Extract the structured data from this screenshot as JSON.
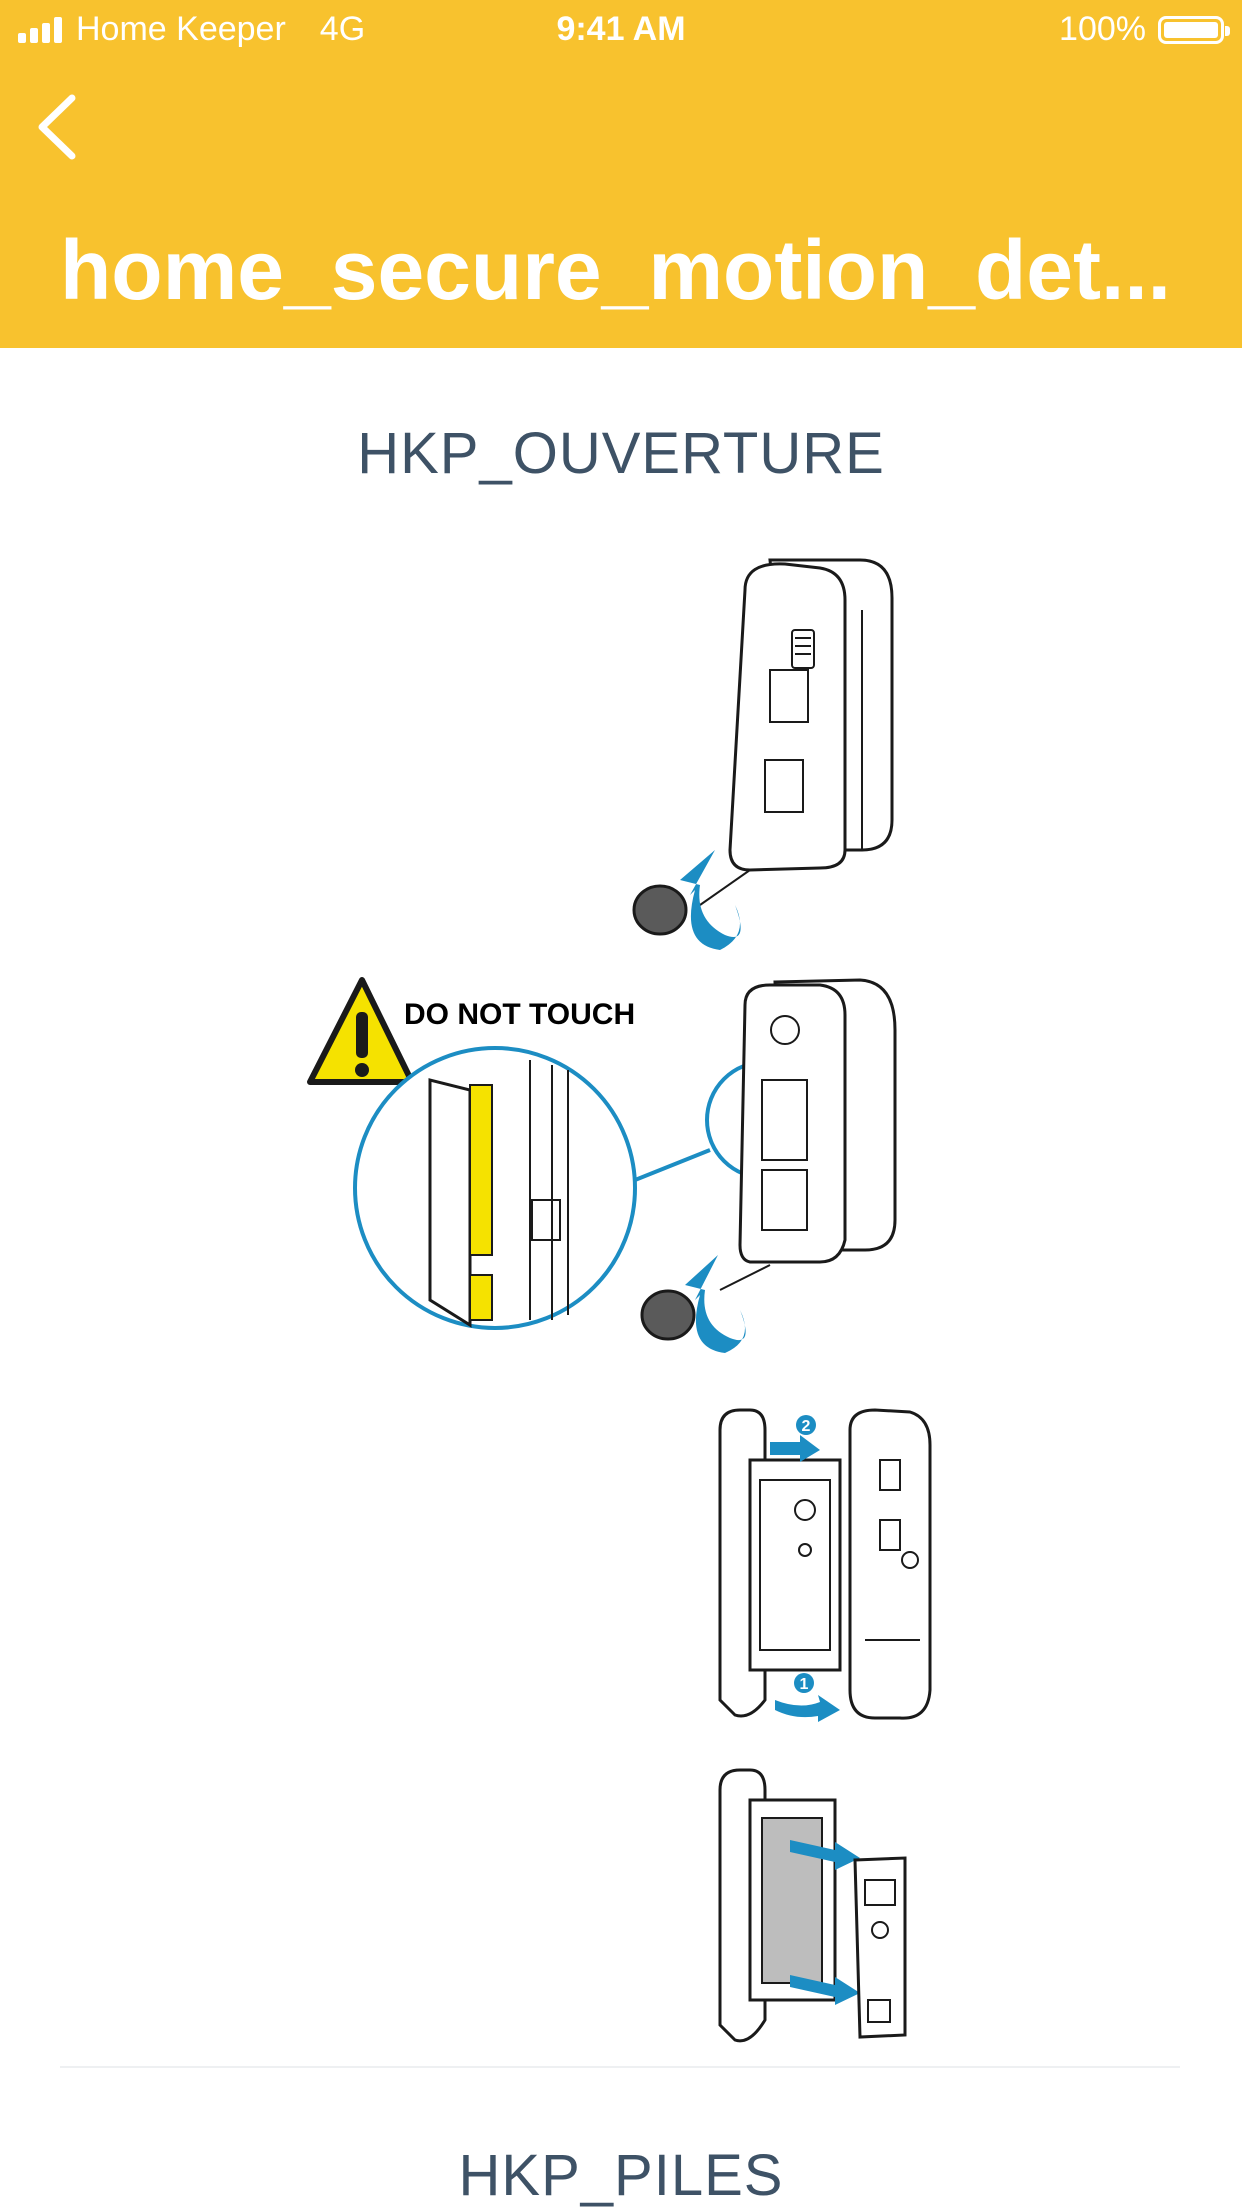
{
  "status_bar": {
    "carrier": "Home Keeper",
    "network": "4G",
    "time": "9:41 AM",
    "battery": "100%"
  },
  "header": {
    "title": "home_secure_motion_det..."
  },
  "sections": [
    {
      "title": "HKP_OUVERTURE",
      "warning_label": "DO NOT TOUCH",
      "steps": [
        "1",
        "2"
      ]
    },
    {
      "title": "HKP_PILES"
    }
  ],
  "colors": {
    "header_bg": "#F8C22E",
    "section_title": "#3E5266",
    "accent_blue": "#1C8DC3",
    "warning_yellow": "#F5E200"
  },
  "icons": {
    "back": "chevron-left-icon",
    "warning": "warning-triangle-icon",
    "signal": "signal-bars-icon",
    "battery": "battery-icon"
  }
}
